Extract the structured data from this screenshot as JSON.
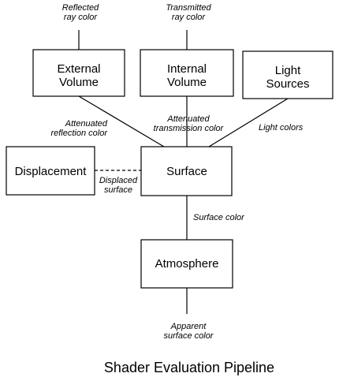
{
  "title": "Shader Evaluation Pipeline",
  "nodes": {
    "external_volume": {
      "line1": "External",
      "line2": "Volume"
    },
    "internal_volume": {
      "line1": "Internal",
      "line2": "Volume"
    },
    "light_sources": {
      "line1": "Light",
      "line2": "Sources"
    },
    "displacement": {
      "line1": "Displacement"
    },
    "surface": {
      "line1": "Surface"
    },
    "atmosphere": {
      "line1": "Atmosphere"
    }
  },
  "edges": {
    "reflected_ray_color": {
      "line1": "Reflected",
      "line2": "ray color"
    },
    "transmitted_ray_color": {
      "line1": "Transmitted",
      "line2": "ray color"
    },
    "attenuated_reflection_color": {
      "line1": "Attenuated",
      "line2": "reflection color"
    },
    "attenuated_transmission_color": {
      "line1": "Attenuated",
      "line2": "transmission color"
    },
    "light_colors": {
      "line1": "Light  colors"
    },
    "displaced_surface": {
      "line1": "Displaced",
      "line2": "surface"
    },
    "surface_color": {
      "line1": "Surface color"
    },
    "apparent_surface_color": {
      "line1": "Apparent",
      "line2": "surface color"
    }
  }
}
